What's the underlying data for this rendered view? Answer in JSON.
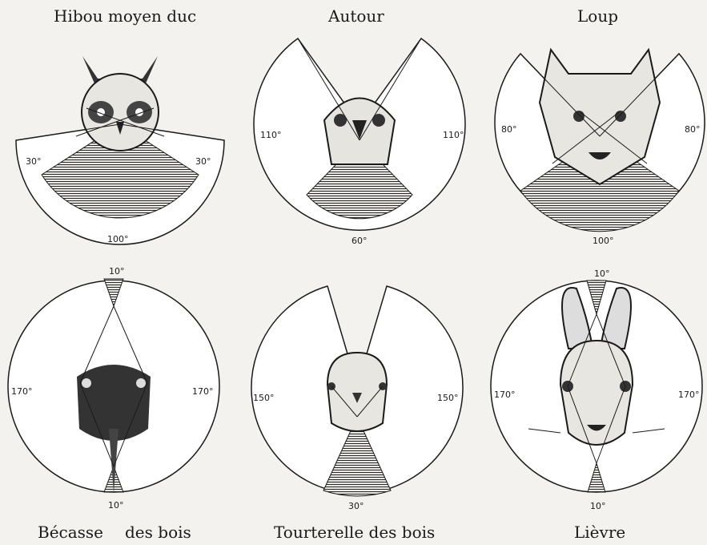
{
  "panels": [
    {
      "title": "Hibou moyen duc",
      "side_label": "30°",
      "bottom_label": "100°",
      "animal_icon": "owl-icon"
    },
    {
      "title": "Autour",
      "side_label": "110°",
      "bottom_label": "60°",
      "animal_icon": "goshawk-icon"
    },
    {
      "title": "Loup",
      "side_label": "80°",
      "bottom_label": "100°",
      "animal_icon": "wolf-icon"
    },
    {
      "title_left": "Bécasse",
      "title_right": "des bois",
      "side_label": "170°",
      "top_label": "10°",
      "bottom_label": "10°",
      "animal_icon": "woodcock-icon"
    },
    {
      "title": "Tourterelle des bois",
      "side_label": "150°",
      "bottom_label": "30°",
      "animal_icon": "turtle-dove-icon"
    },
    {
      "title": "Lièvre",
      "side_label": "170°",
      "top_label": "10°",
      "bottom_label": "10°",
      "animal_icon": "hare-icon"
    }
  ],
  "colors": {
    "ink": "#1a1a1a",
    "paper": "#f3f2ee",
    "hatch": "#2a2a2a"
  }
}
